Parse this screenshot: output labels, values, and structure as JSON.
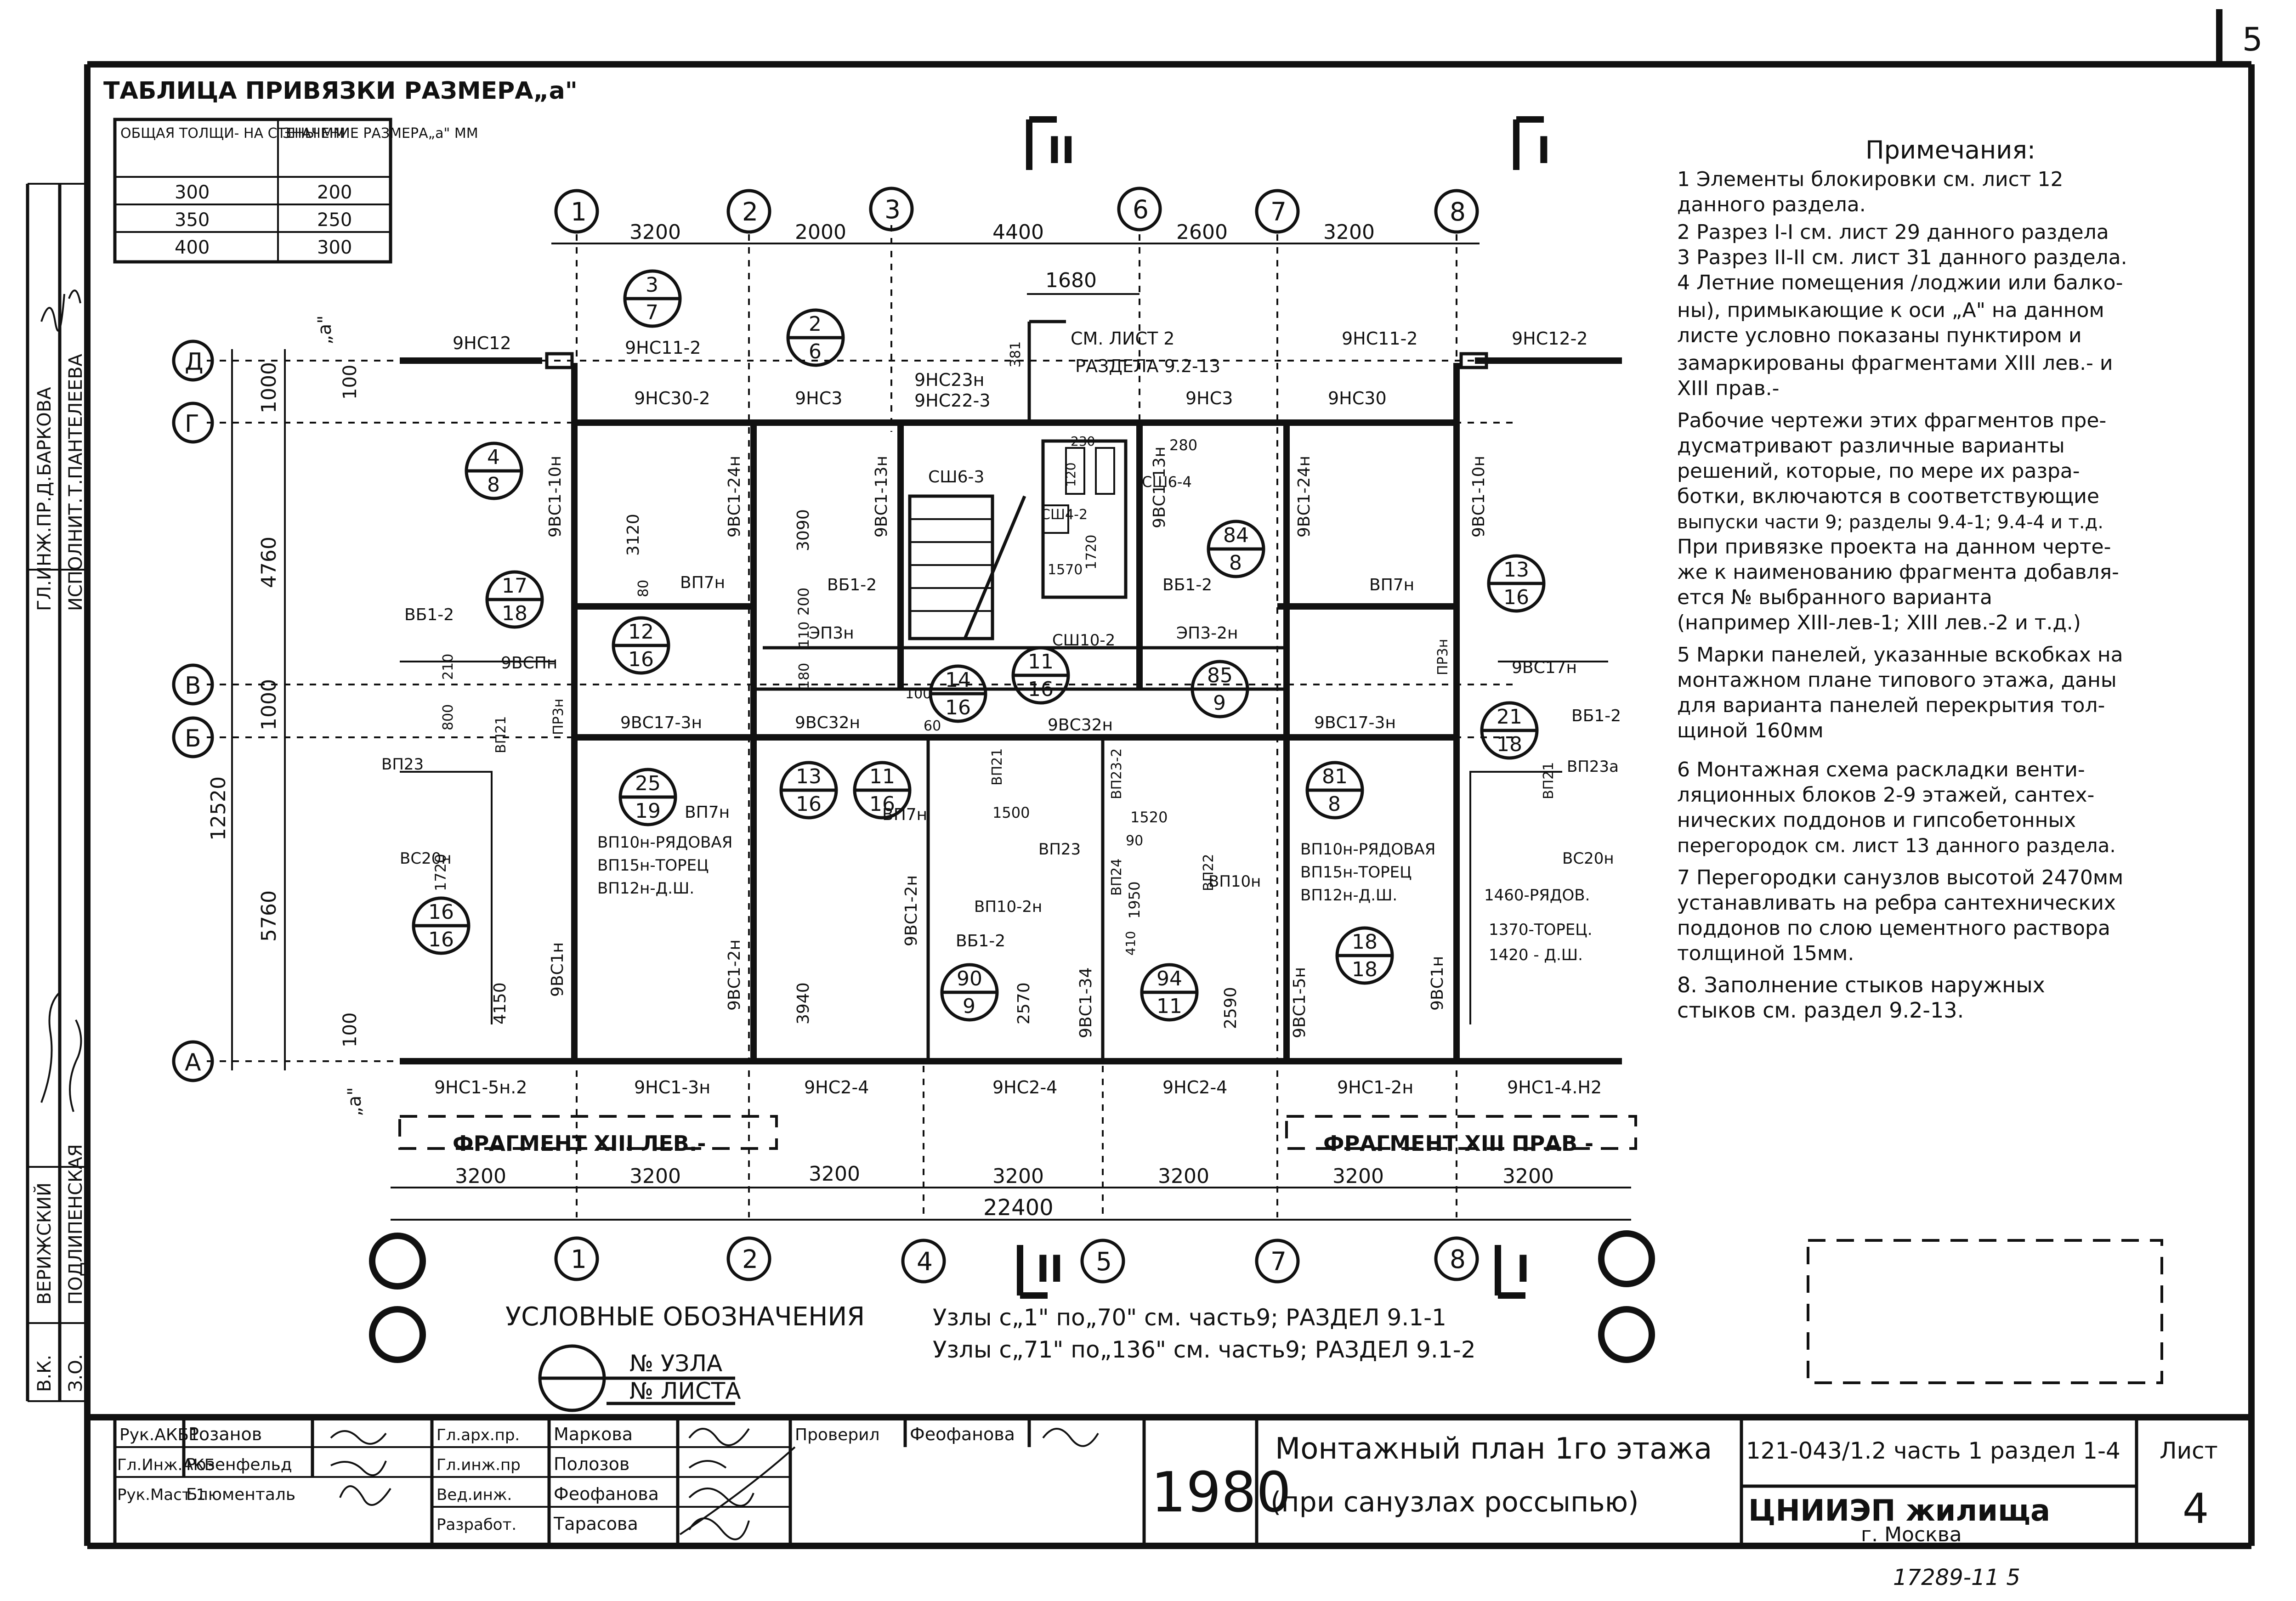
{
  "sheet_corner": "5",
  "vertical_labels": [
    "ГЛ.ИНЖ.ПР.",
    "Д.БАРКОВА",
    "ИСПОЛНИТ.",
    "Т.ПАНТЕЛЕЕВА",
    "ВЕРИЖСКИЙ",
    "ПОДЛИПЕНСКАЯ",
    "В.К.",
    "З.О."
  ],
  "table": {
    "title": "ТАБЛИЦА  ПРИВЯЗКИ РАЗМЕРА„a\"",
    "headers": [
      "ОБЩАЯ ТОЛЩИ- НА СТЕНЫ ММ",
      "ЗНАЧЕНИЕ РАЗМЕРА„a\" ММ"
    ],
    "rows": [
      [
        "300",
        "200"
      ],
      [
        "350",
        "250"
      ],
      [
        "400",
        "300"
      ]
    ]
  },
  "section_marks": [
    "II",
    "I",
    "II",
    "I"
  ],
  "axes_top": [
    "1",
    "2",
    "3",
    "6",
    "7",
    "8"
  ],
  "axes_bottom": [
    "1",
    "2",
    "4",
    "5",
    "7",
    "8"
  ],
  "axes_left": [
    "Д",
    "Г",
    "В",
    "Б",
    "А"
  ],
  "dims_top": [
    "3200",
    "2000",
    "4400",
    "2600",
    "3200",
    "1680"
  ],
  "dims_left": [
    "1000",
    "4760",
    "1000",
    "5760",
    "12520",
    "100",
    "100",
    "„a\"",
    "„a\""
  ],
  "dims_bottom": [
    "3200",
    "3200",
    "3200",
    "3200",
    "3200",
    "3200",
    "3200",
    "22400"
  ],
  "panel_labels": [
    "9НС12",
    "9НС11-2",
    "9НС30-2",
    "9НС3",
    "9НС23н",
    "9НС22-3",
    "9НС3",
    "9НС30",
    "9НС11-2",
    "9НС12-2",
    "9ВС1-10н",
    "9ВС1-24н",
    "9ВС1-13н",
    "9ВС1-13н",
    "9ВС1-24н",
    "9ВС1-10н",
    "9ВСПн",
    "9ВС17-3н",
    "9ВС32н",
    "9ВС32н",
    "9ВС17-3н",
    "9ВС17н",
    "9ВС1н",
    "9ВС1-2н",
    "9ВС1-2н",
    "9ВС1-34",
    "9ВС1-5н",
    "9ВС1н",
    "9НС1-5н.2",
    "9НС1-3н",
    "9НС2-4",
    "9НС2-4",
    "9НС2-4",
    "9НС1-2н",
    "9НС1-4.Н2",
    "ВП7н",
    "ВП7н",
    "ВП7н",
    "ВП7н",
    "ВБ1-2",
    "ВБ1-2",
    "ВБ1-2",
    "ВБ1-2",
    "ВБ1-2",
    "ЭП3н",
    "ЭП3-2н",
    "СШ6-3",
    "СШ6-4",
    "СШ4-2",
    "СШ10-2",
    "ВП23",
    "ВП23",
    "ВП23а",
    "ВС20н",
    "ВС20н",
    "ВП10н-РЯДОВАЯ",
    "ВП15н-ТОРЕЦ",
    "ВП12н-Д.Ш.",
    "ВП10н-РЯДОВАЯ",
    "ВП15н-ТОРЕЦ",
    "ВП12н-Д.Ш.",
    "ВП10-2н",
    "ВП10н",
    "ВП21",
    "ВП21",
    "ВП21",
    "ВП22",
    "ВП23-2",
    "ВП24",
    "ПР3н",
    "ПР3н",
    "1460-РЯДОВ.",
    "1370-ТОРЕЦ.",
    "1420 - Д.Ш.",
    "СМ. ЛИСТ 2",
    "РАЗДЕЛА 9.2-13"
  ],
  "small_dims": [
    "3120",
    "3090",
    "3940",
    "4150",
    "2570",
    "2590",
    "1950",
    "1720",
    "1520",
    "1500",
    "1570",
    "1720",
    "280",
    "230",
    "381",
    "120",
    "200",
    "80",
    "210",
    "800",
    "180",
    "110",
    "60",
    "100",
    "90",
    "410"
  ],
  "nodes": [
    {
      "n": "3",
      "s": "7"
    },
    {
      "n": "2",
      "s": "6"
    },
    {
      "n": "4",
      "s": "8"
    },
    {
      "n": "17",
      "s": "18"
    },
    {
      "n": "12",
      "s": "16"
    },
    {
      "n": "84",
      "s": "8"
    },
    {
      "n": "13",
      "s": "16"
    },
    {
      "n": "14",
      "s": "16"
    },
    {
      "n": "11",
      "s": "16"
    },
    {
      "n": "85",
      "s": "9"
    },
    {
      "n": "21",
      "s": "18"
    },
    {
      "n": "25",
      "s": "19"
    },
    {
      "n": "13",
      "s": "16"
    },
    {
      "n": "11",
      "s": "16"
    },
    {
      "n": "81",
      "s": "8"
    },
    {
      "n": "16",
      "s": "16"
    },
    {
      "n": "90",
      "s": "9"
    },
    {
      "n": "94",
      "s": "11"
    },
    {
      "n": "18",
      "s": "18"
    }
  ],
  "fragments": [
    "ФРАГМЕНТ   XIII ЛЕВ.-",
    "ФРАГМЕНТ   XIII ПРАВ -"
  ],
  "legend": {
    "title": "УСЛОВНЫЕ  ОБОЗНАЧЕНИЯ",
    "node_line": "№ УЗЛА",
    "sheet_line": "№ ЛИСТА",
    "ref1": "Узлы с„1\" по„70\" см. часть9;  РАЗДЕЛ 9.1-1",
    "ref2": "Узлы с„71\" по„136\" см. часть9;  РАЗДЕЛ 9.1-2"
  },
  "notes": {
    "title": "Примечания:",
    "lines": [
      "1  Элементы  блокировки  см.  лист 12",
      "    данного  раздела.",
      "2  Разрез I-I см. лист 29 данного раздела",
      "3  Разрез II-II  см. лист 31 данного раздела.",
      "4  Летние  помещения /лоджии или балко-",
      "    ны), примыкающие к оси „А\" на данном",
      "    листе  условно  показаны  пунктиром и",
      "    замаркированы  фрагментами XIII лев.-  и",
      "    XIII прав.-",
      "    Рабочие  чертежи  этих фрагментов пре-",
      "    дусматривают  различные  варианты",
      "    решений, которые, по мере их разра-",
      "    ботки, включаются  в соответствующие",
      "    выпуски  части 9;  разделы 9.4-1; 9.4-4 и т.д.",
      "    При привязке  проекта на данном черте-",
      "    же  к наименованию фрагмента добавля-",
      "    ется  № выбранного  варианта",
      "    (например XIII-лев-1;  XIII лев.-2 и т.д.)",
      "5  Марки панелей, указанные вскобках на",
      "    монтажном  плане  типового этажа, даны",
      "    для варианта  панелей  перекрытия тол-",
      "    щиной 160мм",
      "6  Монтажная  схема  раскладки  венти-",
      "    ляционных  блоков 2-9 этажей, сантех-",
      "    нических  поддонов  и  гипсобетонных",
      "    перегородок  см. лист 13 данного раздела.",
      "7  Перегородки  санузлов высотой 2470мм",
      "    устанавливать  на ребра сантехнических",
      "    поддонов  по слою цементного раствора",
      "    толщиной  15мм.",
      "8. Заполнение  стыков  наружных",
      "    стыков  см. раздел 9.2-13."
    ]
  },
  "title_block": {
    "roles": [
      "Рук.АКБ1",
      "Гл.Инж.АКБ",
      "Рук.Маст.1",
      "Гл.арх.пр.",
      "Гл.инж.пр",
      "Вед.инж.",
      "Разработ.",
      "Проверил"
    ],
    "names": [
      "Розанов",
      "Розенфельд",
      "Блюменталь",
      "Маркова",
      "Полозов",
      "Феофанова",
      "Тарасова",
      "Феофанова"
    ],
    "year": "1980",
    "title_line1": "Монтажный план 1го этажа",
    "title_line2": "(при санузлах россыпью)",
    "project": "121-043/1.2 часть 1 раздел 1-4",
    "org": "ЦНИИЭП жилища",
    "city": "г. Москва",
    "sheet_label": "Лист",
    "sheet_number": "4"
  },
  "footer_note": "17289-11   5"
}
